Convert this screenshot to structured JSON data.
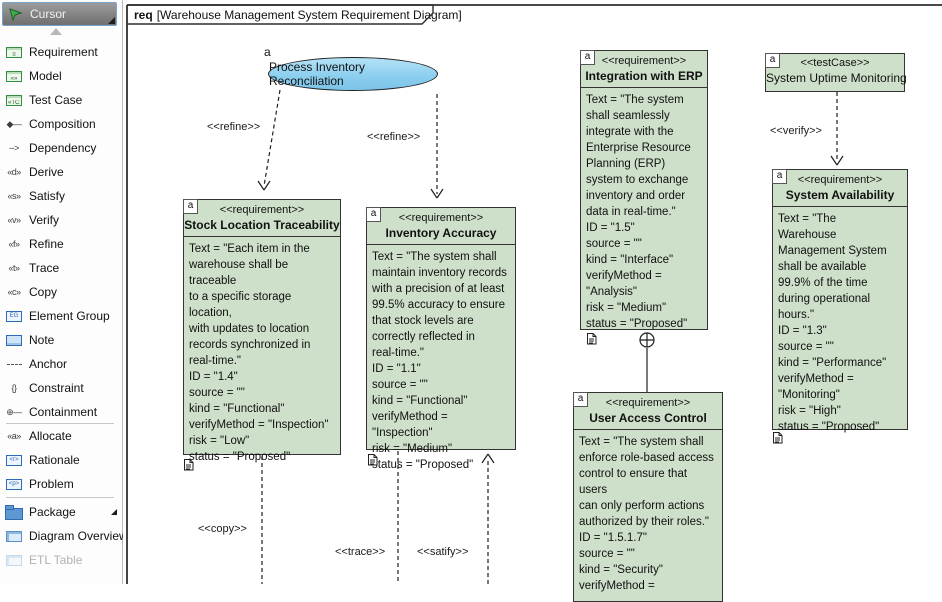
{
  "colors": {
    "requirement_fill": "#cfe0ca",
    "node_border": "#333333",
    "use_case_fill": "#8dcfef",
    "palette_selected_bg": "#7d7d7d",
    "palette_selected_border": "#76a6cf",
    "icon_green": "#2f8f3f",
    "icon_blue": "#2e6db4"
  },
  "palette": {
    "cursor": {
      "label": "Cursor",
      "icon": "cursor-icon"
    },
    "items": [
      {
        "label": "Requirement",
        "icon": "requirement-icon",
        "glyph": ""
      },
      {
        "label": "Model",
        "icon": "model-icon",
        "glyph": "« »"
      },
      {
        "label": "Test Case",
        "icon": "test-case-icon",
        "glyph": "«TC»"
      },
      {
        "label": "Composition",
        "icon": "composition-icon",
        "glyph": "◆—"
      },
      {
        "label": "Dependency",
        "icon": "dependency-icon",
        "glyph": "--&gt;"
      },
      {
        "label": "Derive",
        "icon": "derive-icon",
        "glyph": "«d»"
      },
      {
        "label": "Satisfy",
        "icon": "satisfy-icon",
        "glyph": "«s»"
      },
      {
        "label": "Verify",
        "icon": "verify-icon",
        "glyph": "«v»"
      },
      {
        "label": "Refine",
        "icon": "refine-icon",
        "glyph": "«f»"
      },
      {
        "label": "Trace",
        "icon": "trace-icon",
        "glyph": "«t»"
      },
      {
        "label": "Copy",
        "icon": "copy-icon",
        "glyph": "«c»"
      },
      {
        "label": "Element Group",
        "icon": "element-group-icon",
        "glyph": "EG"
      },
      {
        "label": "Note",
        "icon": "note-icon",
        "glyph": ""
      },
      {
        "label": "Anchor",
        "icon": "anchor-icon",
        "glyph": ""
      },
      {
        "label": "Constraint",
        "icon": "constraint-icon",
        "glyph": "{}"
      },
      {
        "label": "Containment",
        "icon": "containment-icon",
        "glyph": "⊕—"
      },
      {
        "label": "Allocate",
        "icon": "allocate-icon",
        "glyph": "«a»"
      },
      {
        "label": "Rationale",
        "icon": "rationale-icon",
        "glyph": "&lt;r&gt;"
      },
      {
        "label": "Problem",
        "icon": "problem-icon",
        "glyph": "&lt;p&gt;"
      },
      {
        "label": "Package",
        "icon": "package-icon",
        "glyph": ""
      },
      {
        "label": "Diagram Overview",
        "icon": "diagram-overview-icon",
        "glyph": ""
      },
      {
        "label": "ETL Table",
        "icon": "etl-table-icon",
        "glyph": ""
      }
    ]
  },
  "frame": {
    "keyword": "req",
    "title": "[Warehouse Management System Requirement Diagram]"
  },
  "diagram": {
    "use_case": {
      "marker": "a",
      "name": "Process Inventory Reconciliation"
    },
    "test_case": {
      "marker": "a",
      "stereotype": "<<testCase>>",
      "name": "System Uptime Monitoring"
    },
    "requirements": [
      {
        "marker": "a",
        "stereotype": "<<requirement>>",
        "title": "Stock Location Traceability",
        "body": "Text = \"Each item in the\nwarehouse shall be traceable\nto a specific storage location,\nwith updates to location\nrecords synchronized in\nreal-time.\"\nID = \"1.4\"\nsource = \"\"\nkind = \"Functional\"\nverifyMethod = \"Inspection\"\nrisk = \"Low\"\nstatus = \"Proposed\""
      },
      {
        "marker": "a",
        "stereotype": "<<requirement>>",
        "title": "Inventory Accuracy",
        "body": "Text = \"The system shall\nmaintain inventory records\nwith a precision of at least\n99.5% accuracy to ensure\nthat stock levels are\ncorrectly reflected in\nreal-time.\"\nID = \"1.1\"\nsource = \"\"\nkind = \"Functional\"\nverifyMethod = \"Inspection\"\nrisk = \"Medium\"\nstatus = \"Proposed\""
      },
      {
        "marker": "a",
        "stereotype": "<<requirement>>",
        "title": "Integration with ERP",
        "body": "Text = \"The system\nshall seamlessly\nintegrate with the\nEnterprise Resource\nPlanning (ERP)\nsystem to exchange\ninventory and order\ndata in real-time.\"\nID = \"1.5\"\nsource = \"\"\nkind = \"Interface\"\nverifyMethod =\n\"Analysis\"\nrisk = \"Medium\"\nstatus = \"Proposed\""
      },
      {
        "marker": "a",
        "stereotype": "<<requirement>>",
        "title": "System Availability",
        "body": "Text = \"The\nWarehouse\nManagement System\nshall be available\n99.9% of the time\nduring operational\nhours.\"\nID = \"1.3\"\nsource = \"\"\nkind = \"Performance\"\nverifyMethod =\n\"Monitoring\"\nrisk = \"High\"\nstatus = \"Proposed\""
      },
      {
        "marker": "a",
        "stereotype": "<<requirement>>",
        "title": "User Access Control",
        "body": "Text = \"The system shall\nenforce role-based access\ncontrol to ensure that users\ncan only perform actions\nauthorized by their roles.\"\nID = \"1.5.1.7\"\nsource = \"\"\nkind = \"Security\"\nverifyMethod ="
      }
    ],
    "edges": {
      "refine_left": {
        "label": "<<refine>>"
      },
      "refine_right": {
        "label": "<<refine>>"
      },
      "verify": {
        "label": "<<verify>>"
      },
      "copy": {
        "label": "<<copy>>"
      },
      "trace": {
        "label": "<<trace>>"
      },
      "satisfy": {
        "label": "<<satify>>"
      }
    }
  }
}
